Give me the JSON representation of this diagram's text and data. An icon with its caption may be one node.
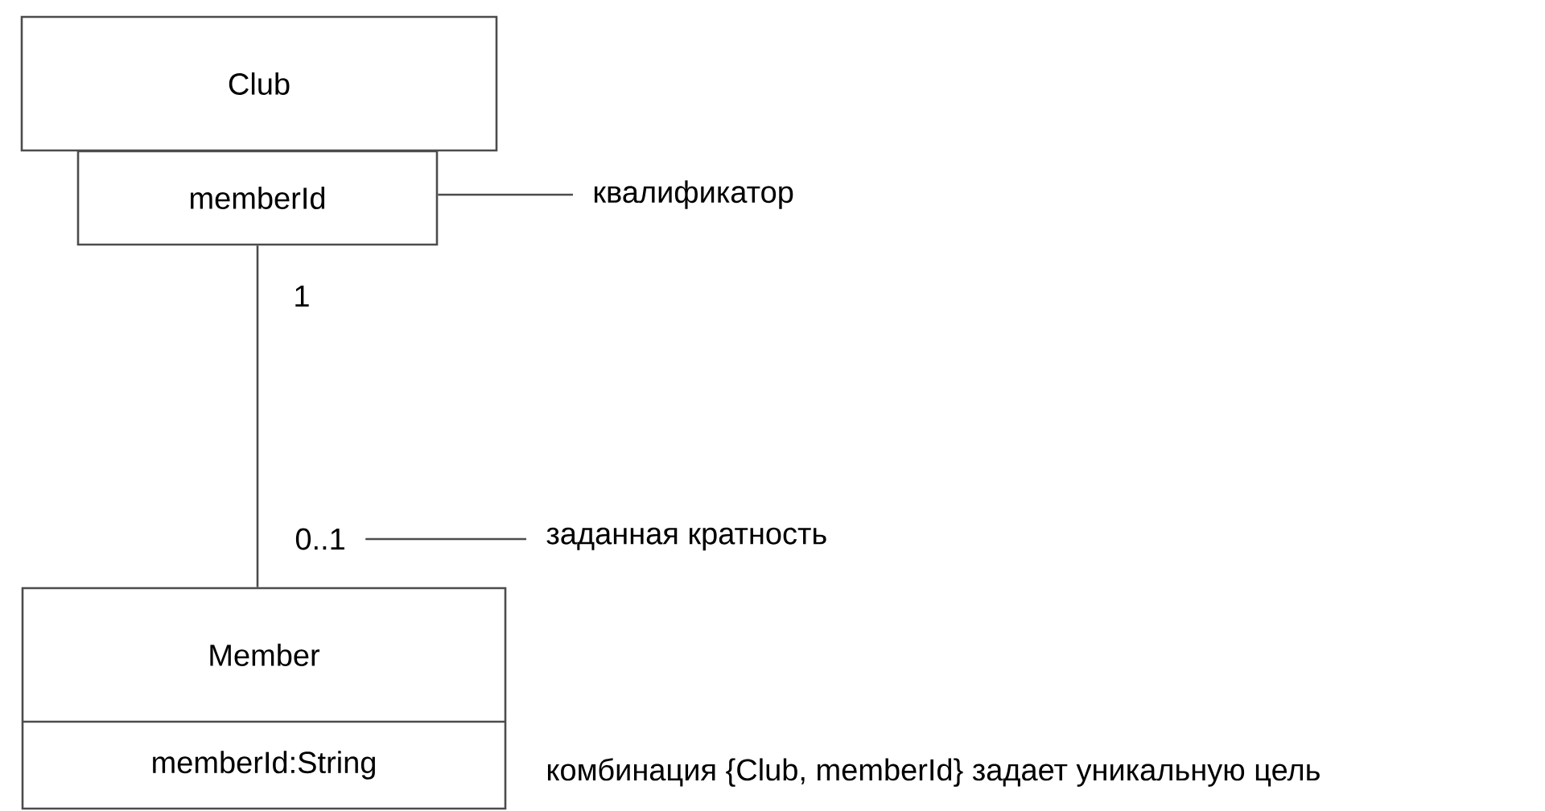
{
  "diagram": {
    "nodes": [
      {
        "text": [
          "Club"
        ]
      },
      {
        "text": [
          "memberId"
        ]
      },
      {
        "text": [
          "Member",
          "memberId:String"
        ]
      },
      {
        "text": [
          "квалификатор"
        ]
      },
      {
        "text": [
          "0..1"
        ]
      },
      {
        "text": [
          "заданная кратность"
        ]
      }
    ],
    "edges": [
      {
        "from": 1,
        "to": 2,
        "arrow": "none"
      },
      {
        "from": 3,
        "to": 1,
        "arrow": "none"
      },
      {
        "from": 5,
        "to": 4,
        "arrow": "none"
      }
    ],
    "labels": [
      "1",
      "комбинация {Club, memberId} задает уникальную цель"
    ]
  }
}
